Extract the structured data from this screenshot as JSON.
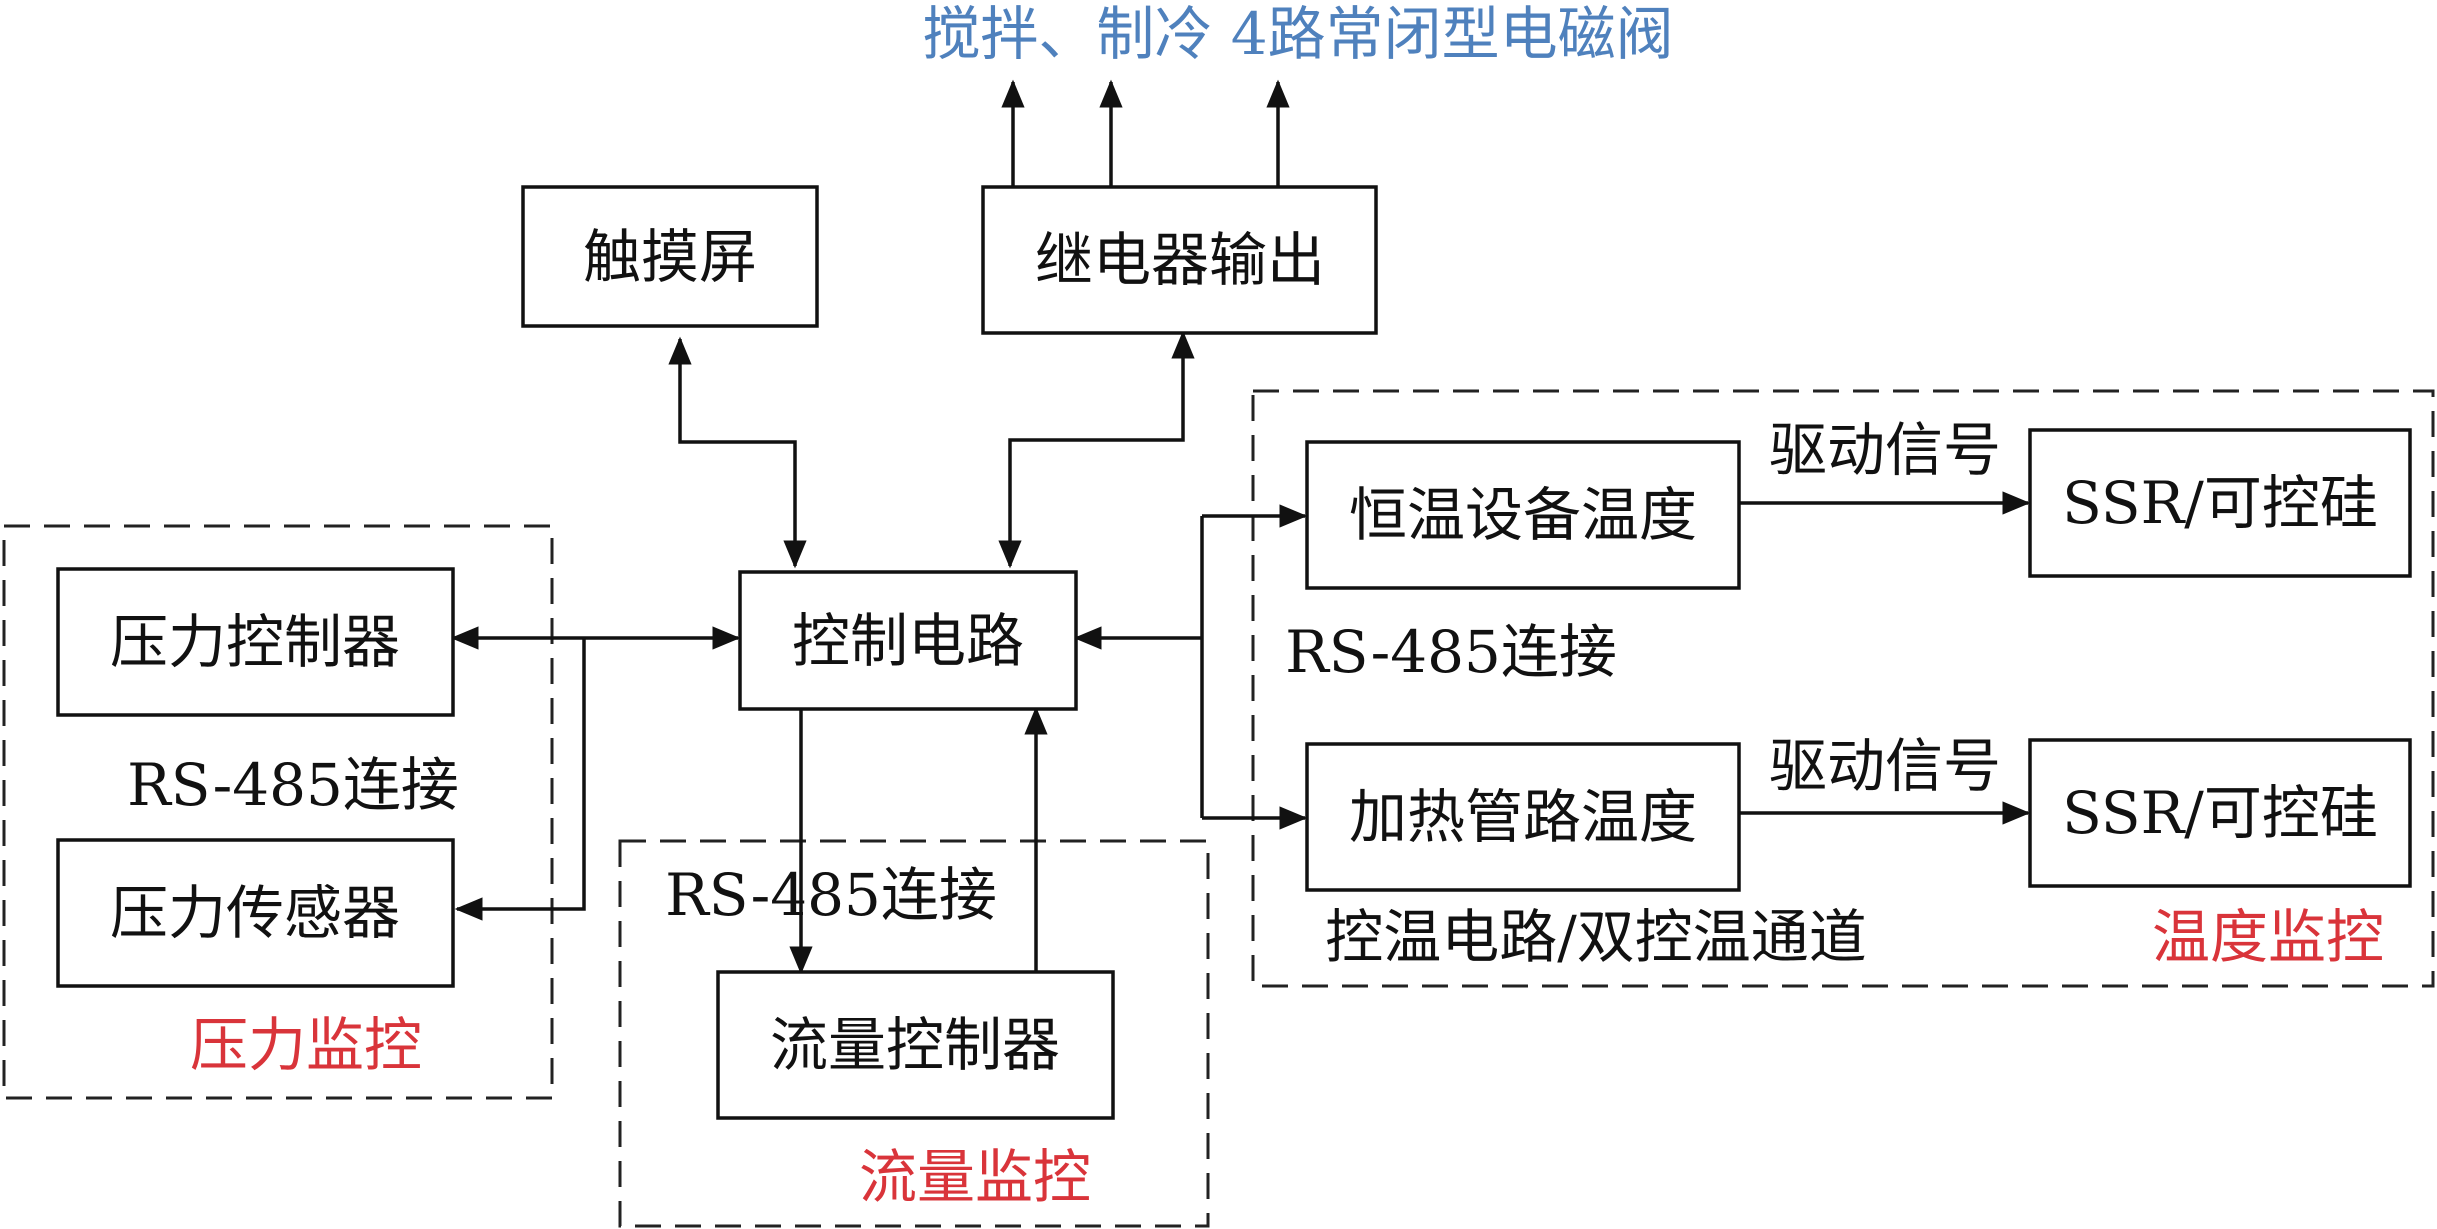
{
  "title": "搅拌、制冷 4路常闭型电磁阀",
  "nodes": {
    "touchscreen": "触摸屏",
    "relay_output": "继电器输出",
    "control_circuit": "控制电路",
    "pressure_controller": "压力控制器",
    "pressure_sensor": "压力传感器",
    "flow_controller": "流量控制器",
    "thermostat_temp": "恒温设备温度",
    "heating_pipe_temp": "加热管路温度",
    "ssr_1": "SSR/可控硅",
    "ssr_2": "SSR/可控硅"
  },
  "labels": {
    "rs485_pressure": "RS-485连接",
    "rs485_flow": "RS-485连接",
    "rs485_temp": "RS-485连接",
    "drive_signal_1": "驱动信号",
    "drive_signal_2": "驱动信号",
    "temp_circuit": "控温电路/双控温通道"
  },
  "groups": {
    "pressure": "压力监控",
    "flow": "流量监控",
    "temperature": "温度监控"
  },
  "colors": {
    "title": "#4f81bd",
    "group_label": "#d9343a",
    "line": "#111111"
  }
}
